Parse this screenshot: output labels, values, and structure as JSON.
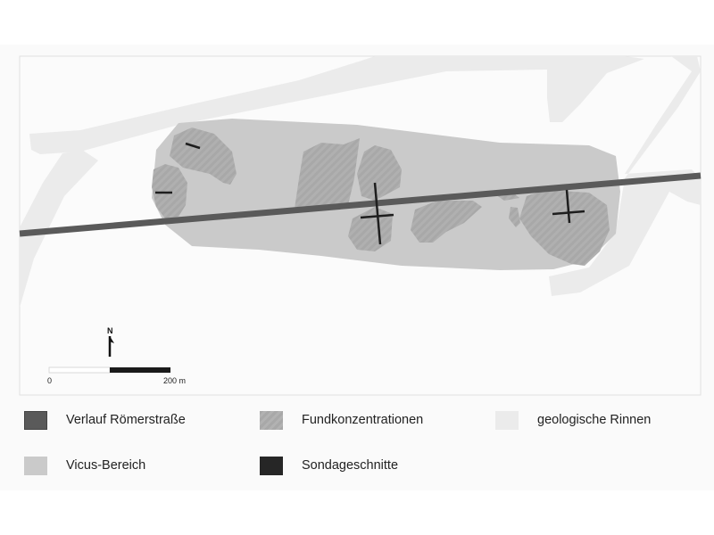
{
  "map": {
    "north_label": "N",
    "scale": {
      "start_label": "0",
      "end_label": "200 m"
    }
  },
  "legend": {
    "items": [
      {
        "label": "Verlauf Römerstraße",
        "color": "#5a5a5a"
      },
      {
        "label": "Fundkonzentrationen",
        "color": "#ababab"
      },
      {
        "label": "geologische Rinnen",
        "color": "#ebebeb"
      },
      {
        "label": "Vicus-Bereich",
        "color": "#cacaca"
      },
      {
        "label": "Sondageschnitte",
        "color": "#262626"
      }
    ]
  }
}
